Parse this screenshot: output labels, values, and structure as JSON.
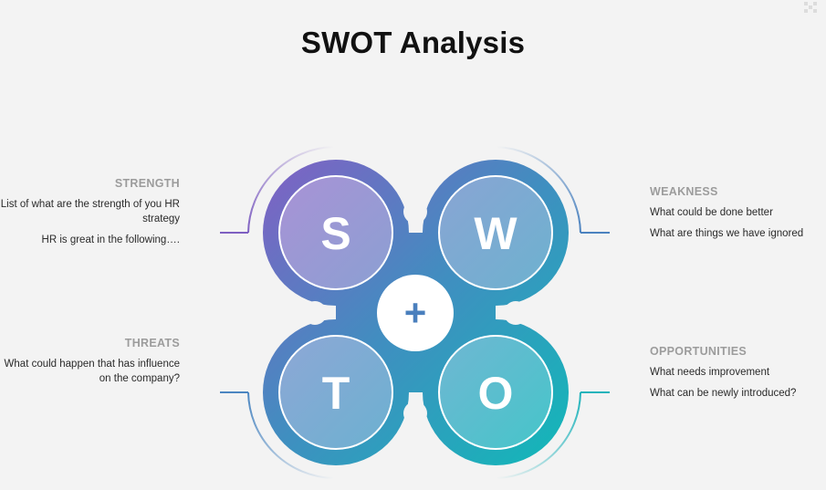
{
  "title": "SWOT Analysis",
  "quadrants": {
    "strength": {
      "letter": "S",
      "heading": "STRENGTH",
      "lines": [
        "List of what are the strength of you HR strategy",
        "HR is great in the following…."
      ]
    },
    "weakness": {
      "letter": "W",
      "heading": "WEAKNESS",
      "lines": [
        "What could be done better",
        "What are things we have ignored"
      ]
    },
    "threats": {
      "letter": "T",
      "heading": "THREATS",
      "lines": [
        "What could happen that has influence on the company?"
      ]
    },
    "opportunities": {
      "letter": "O",
      "heading": "OPPORTUNITIES",
      "lines": [
        "What needs improvement",
        "What can be newly introduced?"
      ]
    }
  },
  "center_symbol": "+",
  "colors": {
    "purple": "#7b5fc0",
    "blue": "#4f84c0",
    "teal": "#19b7ba",
    "background": "#f3f3f3"
  }
}
